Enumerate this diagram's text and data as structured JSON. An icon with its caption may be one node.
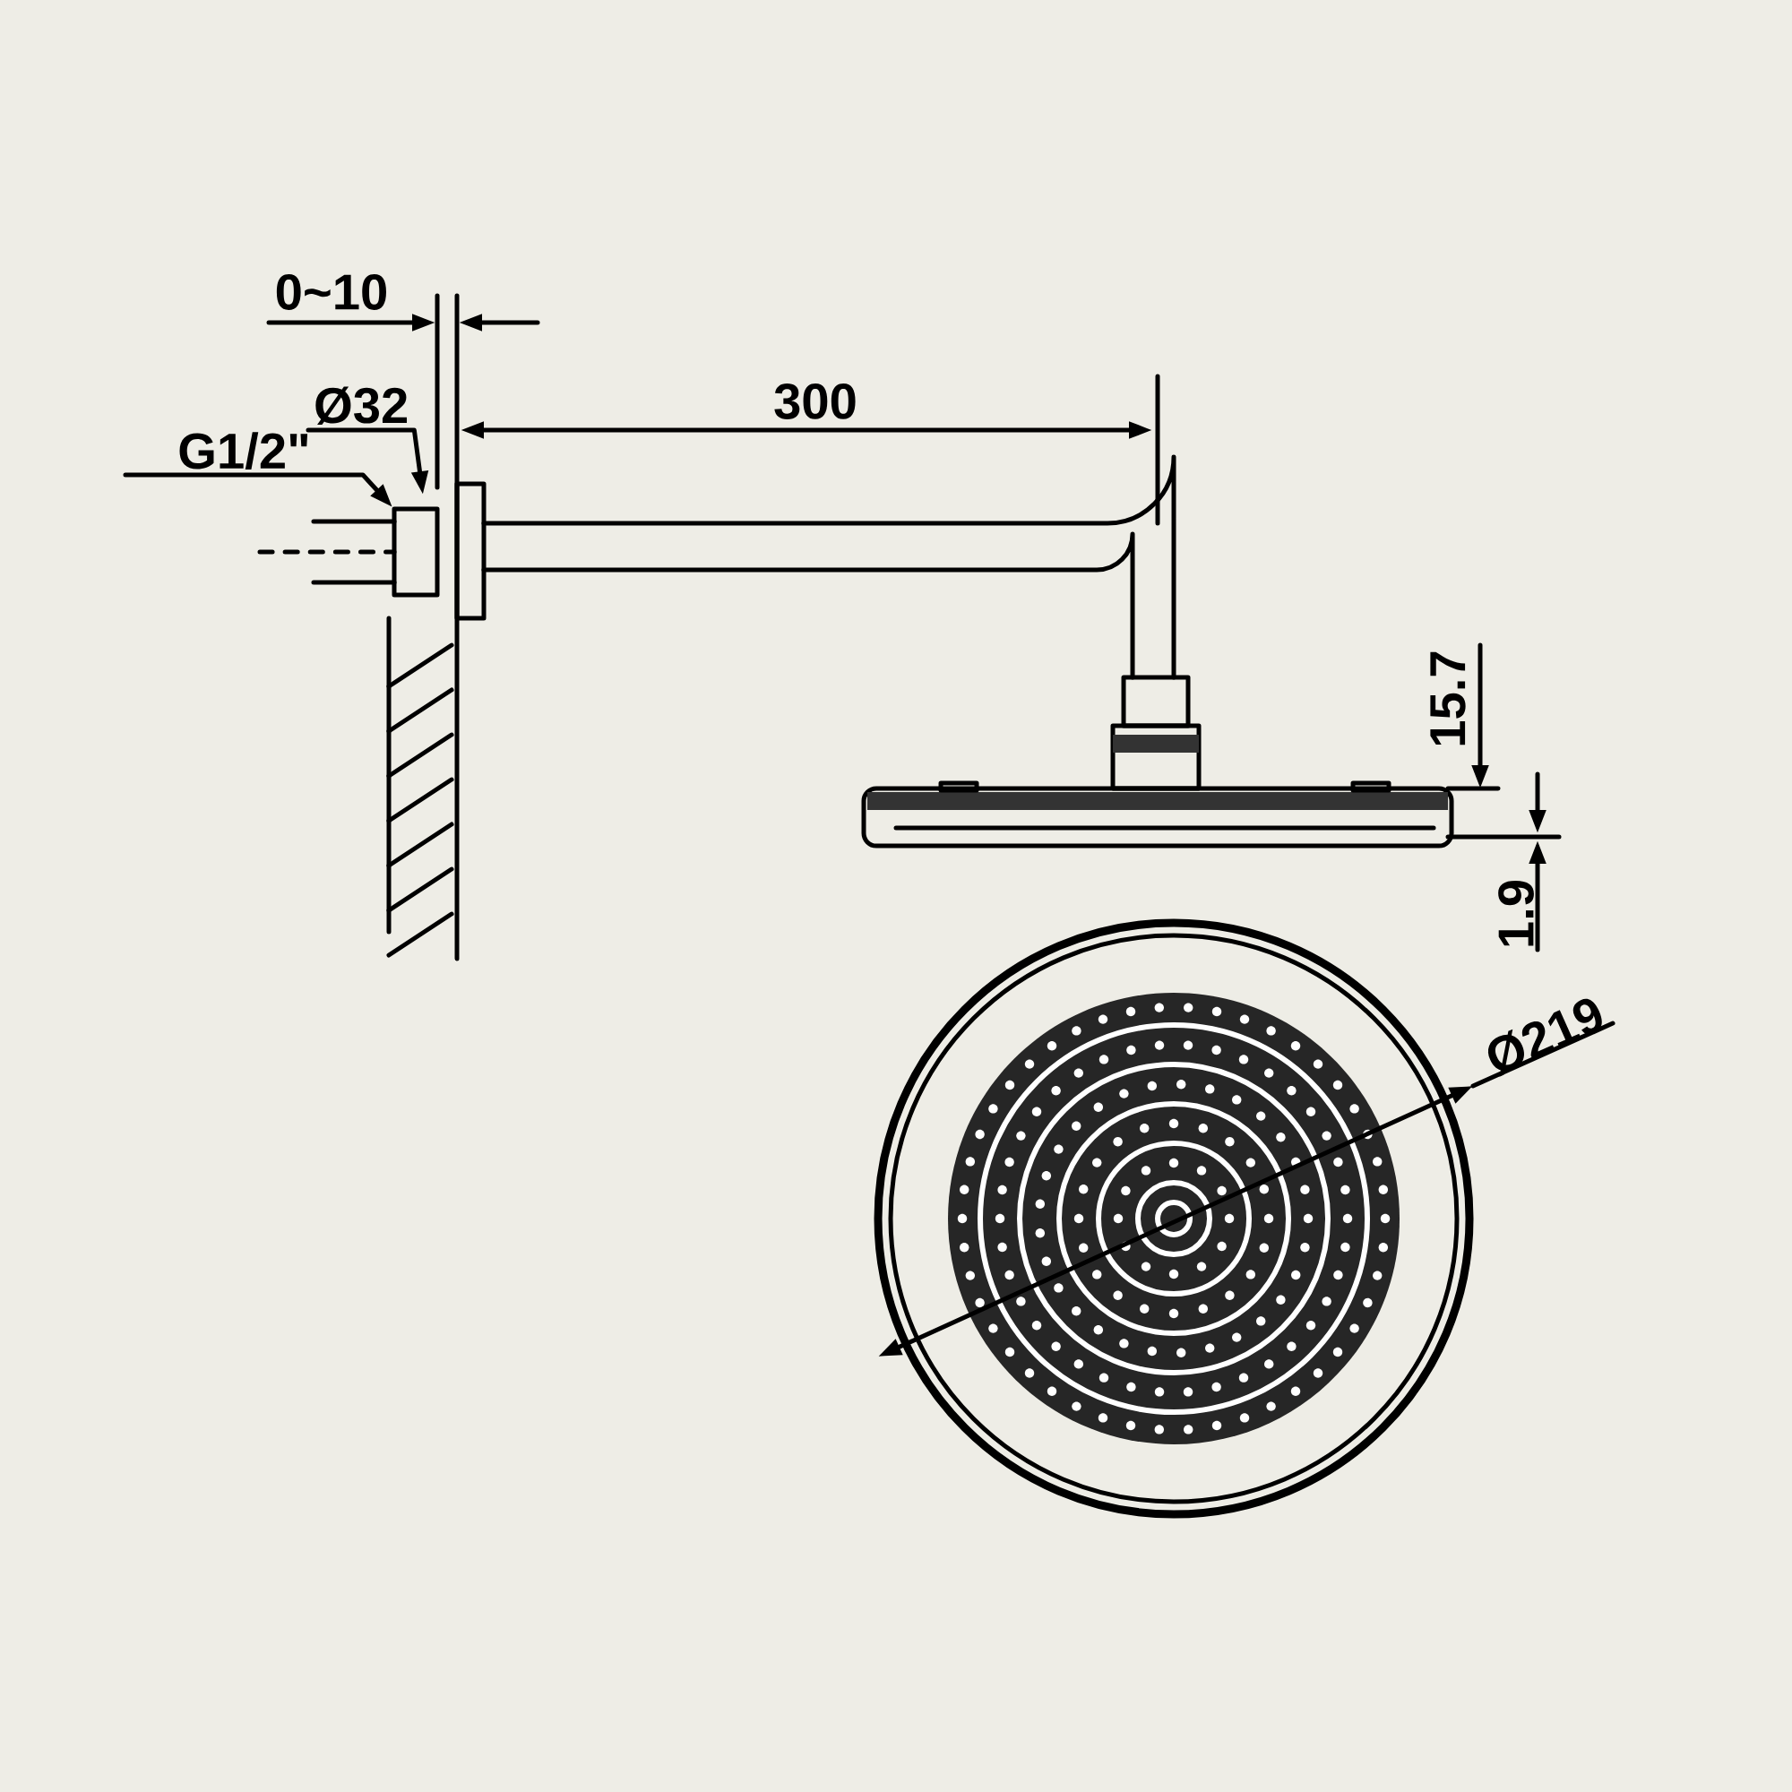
{
  "diagram": {
    "nodes": [
      {
        "text": [
          "G1/2\""
        ]
      },
      {
        "text": [
          "Ø32"
        ]
      }
    ],
    "edges": [
      {
        "from": 0,
        "to": null,
        "arrow": "to"
      },
      {
        "from": 1,
        "to": null,
        "arrow": "to"
      }
    ],
    "labels": [
      "0~10",
      "300",
      "15.7",
      "1.9",
      "Ø219"
    ]
  }
}
